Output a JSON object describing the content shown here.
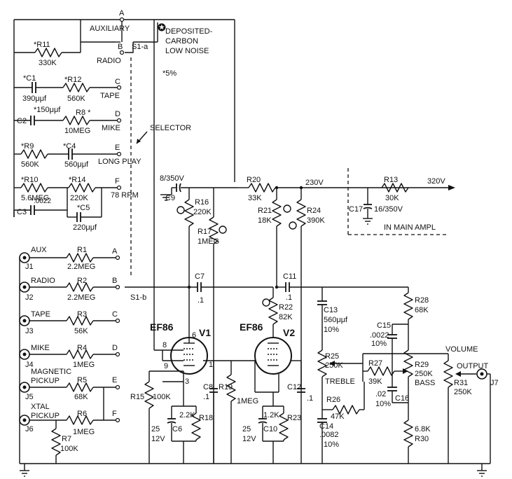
{
  "notes": {
    "star": "✪",
    "deposited": "DEPOSITED-",
    "carbon": "CARBON",
    "low_noise": "LOW NOISE",
    "five_percent": "*5%"
  },
  "switch": {
    "s1a": "S1-a",
    "s1b": "S1-b",
    "selector": "SELECTOR",
    "positions": {
      "auxiliary": "AUXILIARY",
      "radio": "RADIO",
      "tape": "TAPE",
      "mike": "MIKE",
      "long_play": "LONG PLAY",
      "rpm": "78  RPM"
    },
    "letters": [
      "A",
      "B",
      "C",
      "D",
      "E",
      "F"
    ]
  },
  "inputs": [
    {
      "label": "AUX",
      "jack": "J1",
      "res": "R1",
      "val": "2.2MEG",
      "letter": "A"
    },
    {
      "label": "RADIO",
      "jack": "J2",
      "res": "R2",
      "val": "2.2MEG",
      "letter": "B"
    },
    {
      "label": "TAPE",
      "jack": "J3",
      "res": "R3",
      "val": "56K",
      "letter": "C"
    },
    {
      "label": "MIKE",
      "jack": "J4",
      "res": "R4",
      "val": "1MEG",
      "letter": "D"
    },
    {
      "label": "MAGNETIC",
      "label2": "PICKUP",
      "jack": "J5",
      "res": "R5",
      "val": "68K",
      "letter": "E"
    },
    {
      "label": "XTAL",
      "label2": "PICKUP",
      "jack": "J6",
      "res": "R6",
      "val": "1MEG",
      "letter": "F"
    }
  ],
  "r7": {
    "name": "R7",
    "val": "100K"
  },
  "eq": {
    "r11": "*R11",
    "r11v": "330K",
    "c1": "*C1",
    "c1v": "390μμf",
    "r12": "*R12",
    "r12v": "560K",
    "c2": "C2",
    "c2v": "*150μμf",
    "r8": "R8 *",
    "r8v": "10MEG",
    "r9": "*R9",
    "r9v": "560K",
    "c4": "*C4",
    "c4v": "560μμf",
    "r10": "*R10",
    "r10v": "5.6MEG",
    "r14": "*R14",
    "r14v": "220K",
    "c3": "C3",
    "c3v": "*.0022",
    "c5": "*C5",
    "c5v": "220μμf"
  },
  "stage1": {
    "c9": "8/350V",
    "c9n": "C9",
    "r16": "R16",
    "r16v": "220K",
    "r17": "R17",
    "r17v": "1MEG",
    "c7": "C7",
    "c7v": ".1",
    "tube": "EF86",
    "tube_n": "V1",
    "pins": [
      "6",
      "8",
      "9",
      "3",
      "1"
    ],
    "r15": "R15",
    "r15v": "100K",
    "r18": "R18",
    "r18v": "2.2K",
    "c6": "C6",
    "c6v1": "25",
    "c6v2": "12V",
    "c8": "C8",
    "c8v": ".1",
    "r19": "R19",
    "r19v": "1MEG"
  },
  "stage2": {
    "r20": "R20",
    "r20v": "33K",
    "b230": "230V",
    "r21": "R21",
    "r21v": "18K",
    "r24": "R24",
    "r24v": "390K",
    "c11": "C11",
    "c11v": ".1",
    "r22": "R22",
    "r22v": "82K",
    "tube": "EF86",
    "tube_n": "V2",
    "r23": "R23",
    "r23v": "1.2K",
    "c10": "C10",
    "c10v1": "25",
    "c10v2": "12V",
    "c12": "C12",
    "c12v": ".1"
  },
  "supply": {
    "r13": "R13",
    "r13v": "30K",
    "b320": "320V",
    "c17": "C17",
    "c17v": "16/350V",
    "main": "IN MAIN AMPL"
  },
  "tone": {
    "c13": "C13",
    "c13v": "560μμf",
    "c13t": "10%",
    "r25": "R25",
    "r25v": "250K",
    "treble": "TREBLE",
    "r26": "R26",
    "r26v": "47K",
    "c14": "C14",
    "c14v": ".0082",
    "c14t": "10%",
    "r27": "R27",
    "r27v": "39K",
    "r28": "R28",
    "r28v": "68K",
    "c15": "C15",
    "c15v": ".0022",
    "c15t": "10%",
    "r29": "R29",
    "r29v": "250K",
    "bass": "BASS",
    "c16": "C16",
    "c16v": ".02",
    "c16t": "10%",
    "r30": "R30",
    "r30v": "6.8K",
    "r31": "R31",
    "r31v": "250K",
    "volume": "VOLUME",
    "output": "OUTPUT",
    "j7": "J7"
  }
}
